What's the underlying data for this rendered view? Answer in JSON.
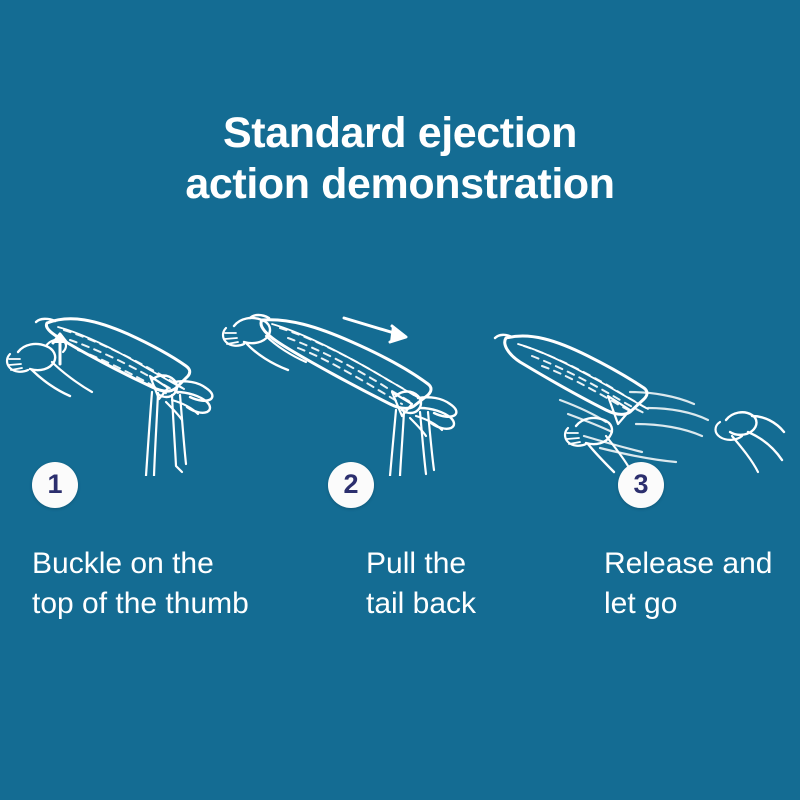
{
  "poster": {
    "background_color": "#146c93",
    "title_color": "#ffffff",
    "line_art_color": "#ffffff",
    "badge_bg_color": "#fbfbfb",
    "badge_text_color": "#2c2f6e"
  },
  "header": {
    "title_line1": "Standard ejection",
    "title_line2": "action demonstration",
    "title_full": "Standard ejection action demonstration"
  },
  "steps": [
    {
      "number": "1",
      "caption": "Buckle on the\ntop of the thumb",
      "illustration_name": "hand-buckling-dart-on-thumb",
      "arrow_direction": "up"
    },
    {
      "number": "2",
      "caption": "Pull the\ntail back",
      "illustration_name": "hand-pulling-dart-tail-back",
      "arrow_direction": "right"
    },
    {
      "number": "3",
      "caption": "Release and\nlet go",
      "illustration_name": "dart-flying-after-release",
      "arrow_direction": "none"
    }
  ]
}
